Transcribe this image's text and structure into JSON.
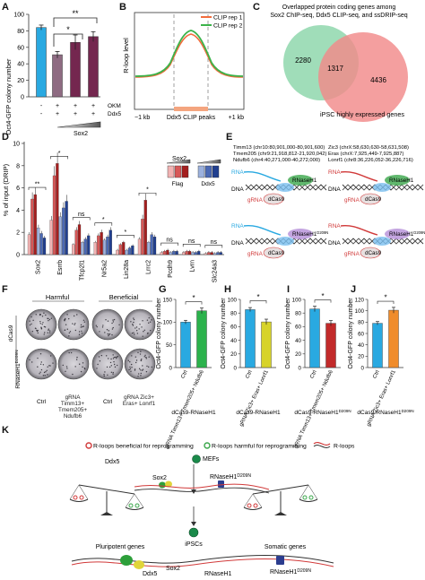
{
  "panel_letters": [
    "A",
    "B",
    "C",
    "D",
    "E",
    "F",
    "G",
    "H",
    "I",
    "J",
    "K"
  ],
  "colors": {
    "cyan": "#29a9e1",
    "mauve": "#8e6b82",
    "plum": "#74274f",
    "red": "#c22a2a",
    "navy": "#213f8f",
    "green_bar": "#2bb24c",
    "yellow_bar": "#d7d32a",
    "orange_bar": "#f08c2c",
    "clip1": "#f26d3d",
    "clip2": "#3bb34a",
    "venn_green": "#8fd7ad",
    "venn_red": "#f18a8a",
    "rloop_red": "#d13a3a",
    "rloop_green": "#3aa64a"
  },
  "chart_data": [
    {
      "panel": "A",
      "type": "bar",
      "ylabel": "Oct4-GFP colony number",
      "ylim": [
        0,
        100
      ],
      "yticks": [
        0,
        20,
        40,
        60,
        80,
        100
      ],
      "values": [
        84,
        51,
        66,
        73
      ],
      "errors": [
        3,
        4,
        9,
        6
      ],
      "okm": [
        "-",
        "+",
        "+",
        "+"
      ],
      "ddx5": [
        "-",
        "+",
        "+",
        "+"
      ],
      "row_labels": [
        "OKM",
        "Ddx5"
      ],
      "gradient_label": "Sox2",
      "significance": [
        "*",
        "**"
      ]
    },
    {
      "panel": "B",
      "type": "line",
      "ylabel": "R-loop level",
      "xlabel": "Ddx5 CLIP peaks",
      "xticks": [
        "−1 kb",
        "+1 kb"
      ],
      "series": [
        {
          "name": "CLIP rep 1"
        },
        {
          "name": "CLIP rep 2"
        }
      ]
    },
    {
      "panel": "C",
      "type": "venn",
      "title_lines": [
        "Overlapped protein coding genes among",
        "Sox2 ChIP-seq, Ddx5 CLIP-seq, and ssDRIP-seq"
      ],
      "left_only": "2280",
      "overlap": "1317",
      "right_only": "4436",
      "right_label": "iPSC highly expressed genes"
    },
    {
      "panel": "D",
      "type": "bar",
      "ylabel": "% of input (DRIP)",
      "ylim": [
        0,
        10
      ],
      "yticks": [
        0,
        2,
        4,
        6,
        8,
        10
      ],
      "categories": [
        "Sox2",
        "Esrrb",
        "Tfcp2l1",
        "Nr5a2",
        "Lin28a",
        "Lrrc2",
        "Pcdh9",
        "Lvrn",
        "Slc24a3"
      ],
      "significance": [
        "**",
        "*",
        "ns",
        "*",
        "*",
        "*",
        "ns",
        "ns",
        "ns"
      ],
      "legend_left_label": "Flag",
      "legend_right_label": "Ddx5",
      "legend_gradient_label": "Sox2"
    },
    {
      "panel": "G",
      "type": "bar",
      "ylabel": "Oct4-GFP colony number",
      "ylim": [
        0,
        150
      ],
      "yticks": [
        0,
        50,
        100,
        150
      ],
      "categories": [
        "Ctrl",
        "gRNA Timm13+ Tmem205+ Ndufb6"
      ],
      "values": [
        100,
        125
      ],
      "errors": [
        4,
        6
      ],
      "xlabel": "dCas9-RNaseH1",
      "significance": "*"
    },
    {
      "panel": "H",
      "type": "bar",
      "ylabel": "Oct4-GFP colony number",
      "ylim": [
        0,
        100
      ],
      "yticks": [
        0,
        20,
        40,
        60,
        80,
        100
      ],
      "categories": [
        "Ctrl",
        "gRNA Zic3+ Eras+ Lonrf1"
      ],
      "values": [
        85,
        67
      ],
      "errors": [
        3,
        4
      ],
      "xlabel": "dCas9-RNaseH1",
      "significance": "*"
    },
    {
      "panel": "I",
      "type": "bar",
      "ylabel": "Oct4-GFP colony number",
      "ylim": [
        0,
        100
      ],
      "yticks": [
        0,
        20,
        40,
        60,
        80,
        100
      ],
      "categories": [
        "Ctrl",
        "gRNA Timm13+ Tmem205+ Ndufb6"
      ],
      "values": [
        86,
        65
      ],
      "errors": [
        4,
        4
      ],
      "xlabel": "dCas9-RNaseH1",
      "xlabel_sup": "D209N",
      "significance": "*"
    },
    {
      "panel": "J",
      "type": "bar",
      "ylabel": "Oct4-GFP colony number",
      "ylim": [
        0,
        120
      ],
      "yticks": [
        0,
        20,
        40,
        60,
        80,
        100,
        120
      ],
      "categories": [
        "Ctrl",
        "gRNA Zic3+ Eras+ Lonrf1"
      ],
      "values": [
        78,
        101
      ],
      "errors": [
        3,
        5
      ],
      "xlabel": "dCas9-RNaseH1",
      "xlabel_sup": "D209N",
      "significance": "*"
    }
  ],
  "panel_e": {
    "left_genes": [
      "Timm13 (chr10:80,901,000-80,901,600)",
      "Tmem205 (chr9:21,918,812-21,920,042)",
      "Ndufb6 (chr4:40,271,000-40,272,000)"
    ],
    "right_genes": [
      "Zic3 (chrX:58,630,630-58,631,508)",
      "Eras (chrX:7,925,449-7,925,887)",
      "Lonrf1 (chr8:36,226,052-36,226,716)"
    ],
    "rna": "RNA",
    "dna": "DNA",
    "grna": "gRNA",
    "dcas9": "dCas9",
    "rnaseh1": "RNaseH1",
    "rnaseh1_mut": "RNaseH1",
    "mut_sup": "D209N"
  },
  "panel_f": {
    "col_headers": [
      "Harmful",
      "Beneficial"
    ],
    "row_labels": [
      "dCas9",
      "RNaseH1"
    ],
    "row_label_sup": "D209N",
    "bottom_labels": [
      "Ctrl",
      "gRNA Timm13+ Tmem205+ Ndufb6",
      "Ctrl",
      "gRNA Zic3+ Eras+ Lonrf1"
    ]
  },
  "panel_k": {
    "legend_beneficial": "R-loops beneficial for reprogramming",
    "legend_harmful": "R-loops harmful for reprogramming",
    "legend_rloops": "R-loops",
    "mefs": "MEFs",
    "ddx5": "Ddx5",
    "sox2": "Sox2",
    "rnaseh1_mut": "RNaseH1",
    "mut_sup": "D209N",
    "ipscs": "iPSCs",
    "pluripotent": "Pluripotent genes",
    "somatic": "Somatic genes",
    "rnaseh1": "RNaseH1"
  }
}
